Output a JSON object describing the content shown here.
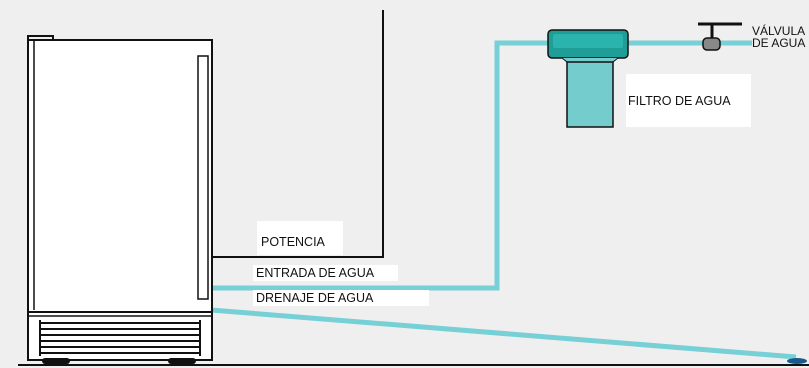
{
  "labels": {
    "power": "POTENCIA",
    "water_inlet": "ENTRADA DE AGUA",
    "water_drain": "DRENAJE DE AGUA",
    "water_filter": "FILTRO DE AGUA",
    "water_valve_line1": "VÁLVULA",
    "water_valve_line2": "DE AGUA"
  },
  "colors": {
    "background": "#efefef",
    "pipe": "#76d0d6",
    "filter_head": "#1f9e98",
    "filter_body": "#74cccc",
    "outline": "#111111"
  }
}
